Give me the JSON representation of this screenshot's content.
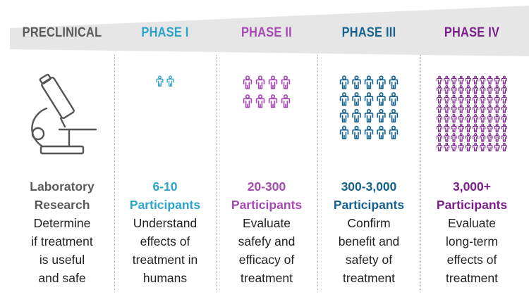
{
  "colors": {
    "banner": "#e6e6e6",
    "preclinical": "#5a5a5a",
    "phase1": "#2ba4c9",
    "phase2": "#a54ab3",
    "phase3": "#16628f",
    "phase4": "#7a1f8a"
  },
  "columns": [
    {
      "key": "preclinical",
      "heading": "PRECLINICAL",
      "icon": "microscope-icon",
      "participants": 0,
      "title1": "Laboratory",
      "title2": "Research",
      "desc": [
        "Determine",
        "if treatment",
        "is useful",
        "and safe"
      ]
    },
    {
      "key": "phase1",
      "heading": "PHASE I",
      "icon": "person-icon",
      "participants": 2,
      "title1": "6-10",
      "title2": "Participants",
      "desc": [
        "Understand",
        "effects of",
        "treatment in",
        "humans"
      ]
    },
    {
      "key": "phase2",
      "heading": "PHASE II",
      "icon": "person-icon",
      "participants": 8,
      "title1": "20-300",
      "title2": "Participants",
      "desc": [
        "Evaluate",
        "safefy and",
        "efficacy of",
        "treatment"
      ]
    },
    {
      "key": "phase3",
      "heading": "PHASE III",
      "icon": "person-icon",
      "participants": 20,
      "title1": "300-3,000",
      "title2": "Participants",
      "desc": [
        "Confirm",
        "benefit and",
        "safety of",
        "treatment"
      ]
    },
    {
      "key": "phase4",
      "heading": "PHASE IV",
      "icon": "person-icon",
      "participants": 80,
      "title1": "3,000+",
      "title2": "Participants",
      "desc": [
        "Evaluate",
        "long-term",
        "effects of",
        "treatment"
      ]
    }
  ]
}
